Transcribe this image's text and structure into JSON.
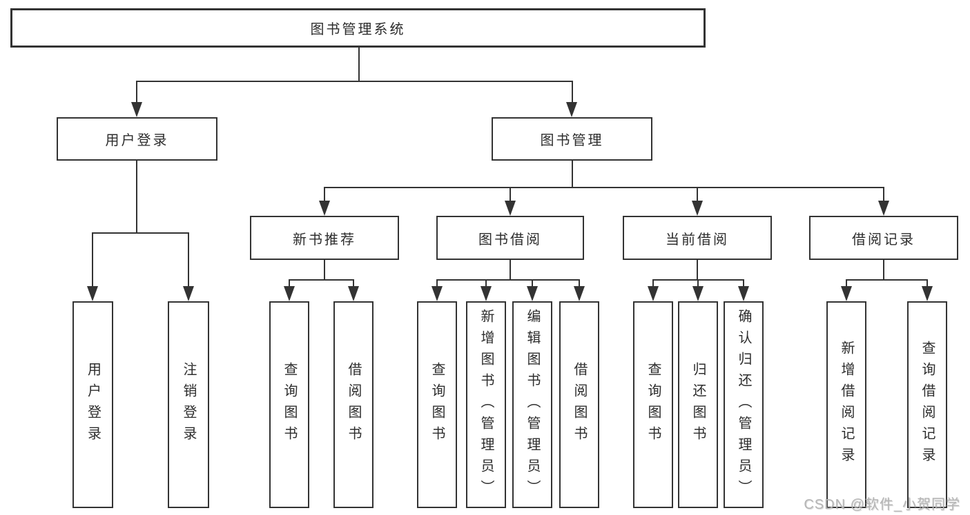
{
  "tree": {
    "label": "图书管理系统",
    "children": [
      {
        "label": "用户登录",
        "children": [
          {
            "label": "用户登录"
          },
          {
            "label": "注销登录"
          }
        ]
      },
      {
        "label": "图书管理",
        "children": [
          {
            "label": "新书推荐",
            "children": [
              {
                "label": "查询图书"
              },
              {
                "label": "借阅图书"
              }
            ]
          },
          {
            "label": "图书借阅",
            "children": [
              {
                "label": "查询图书"
              },
              {
                "label": "新增图书（管理员）"
              },
              {
                "label": "编辑图书（管理员）"
              },
              {
                "label": "借阅图书"
              }
            ]
          },
          {
            "label": "当前借阅",
            "children": [
              {
                "label": "查询图书"
              },
              {
                "label": "归还图书"
              },
              {
                "label": "确认归还（管理员）"
              }
            ]
          },
          {
            "label": "借阅记录",
            "children": [
              {
                "label": "新增借阅记录"
              },
              {
                "label": "查询借阅记录"
              }
            ]
          }
        ]
      }
    ]
  },
  "watermark": {
    "text": "CSDN @软件_小贺同学"
  },
  "colors": {
    "line": "#333333",
    "box_border": "#333333",
    "text": "#2d2d2d",
    "background": "#ffffff",
    "watermark": "#b5b5b5"
  }
}
